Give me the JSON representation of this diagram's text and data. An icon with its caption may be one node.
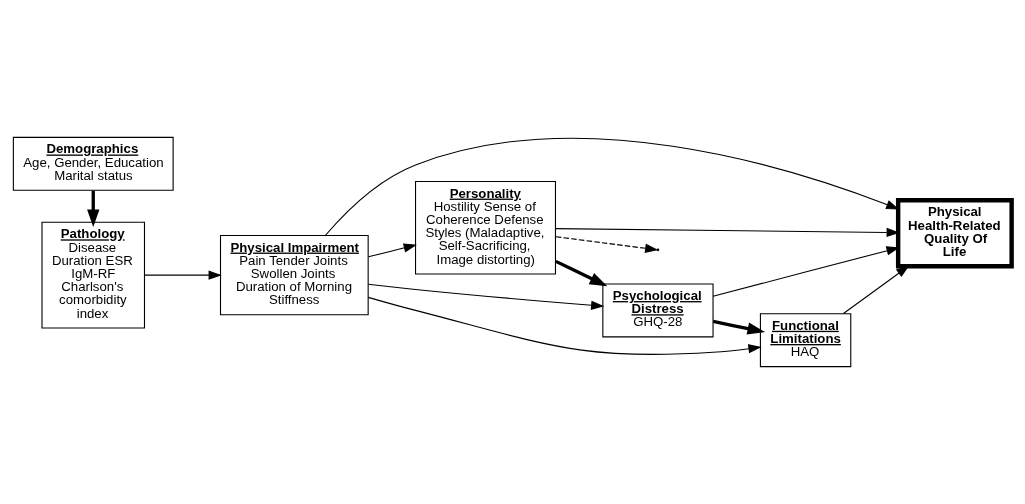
{
  "diagram": {
    "nodes": [
      {
        "text": [
          "Demographics",
          "Age, Gender, Education Marital status"
        ]
      },
      {
        "text": [
          "Pathology",
          "Disease Duration ESR IgM-RF Charlson's comorbidity index"
        ]
      },
      {
        "text": [
          "Physical Impairment",
          "Pain Tender Joints Swollen Joints Duration of Morning Stiffness"
        ]
      },
      {
        "text": [
          "Physical Health-Related Quality Of Life"
        ]
      },
      {
        "text": [
          "Personality",
          "Hostility Sense of Coherence Defense Styles (Maladaptive, Self-Sacrificing, Image distorting)"
        ]
      },
      {
        "text": [
          "Psychological Distress",
          "GHQ-28"
        ]
      },
      {
        "text": [
          "Functional Limitations",
          "HAQ"
        ]
      }
    ],
    "edges": [
      {
        "from": 0,
        "to": 1,
        "arrow": "to",
        "style": "thick"
      },
      {
        "from": 1,
        "to": 2,
        "arrow": "to"
      },
      {
        "from": 2,
        "to": 3,
        "arrow": "to"
      },
      {
        "from": 2,
        "to": 4,
        "arrow": "to"
      },
      {
        "from": 2,
        "to": 5,
        "arrow": "to"
      },
      {
        "from": 2,
        "to": 6,
        "arrow": "to"
      },
      {
        "from": 4,
        "to": 3,
        "arrow": "to"
      },
      {
        "from": 4,
        "to": 5,
        "arrow": "to",
        "style": "thick"
      },
      {
        "from": 5,
        "to": 6,
        "arrow": "to",
        "style": "thick"
      },
      {
        "from": 5,
        "to": 3,
        "arrow": "to"
      },
      {
        "from": 6,
        "to": 3,
        "arrow": "to"
      },
      {
        "from": 4,
        "to": null,
        "arrow": "to",
        "style": "dashed"
      }
    ]
  }
}
